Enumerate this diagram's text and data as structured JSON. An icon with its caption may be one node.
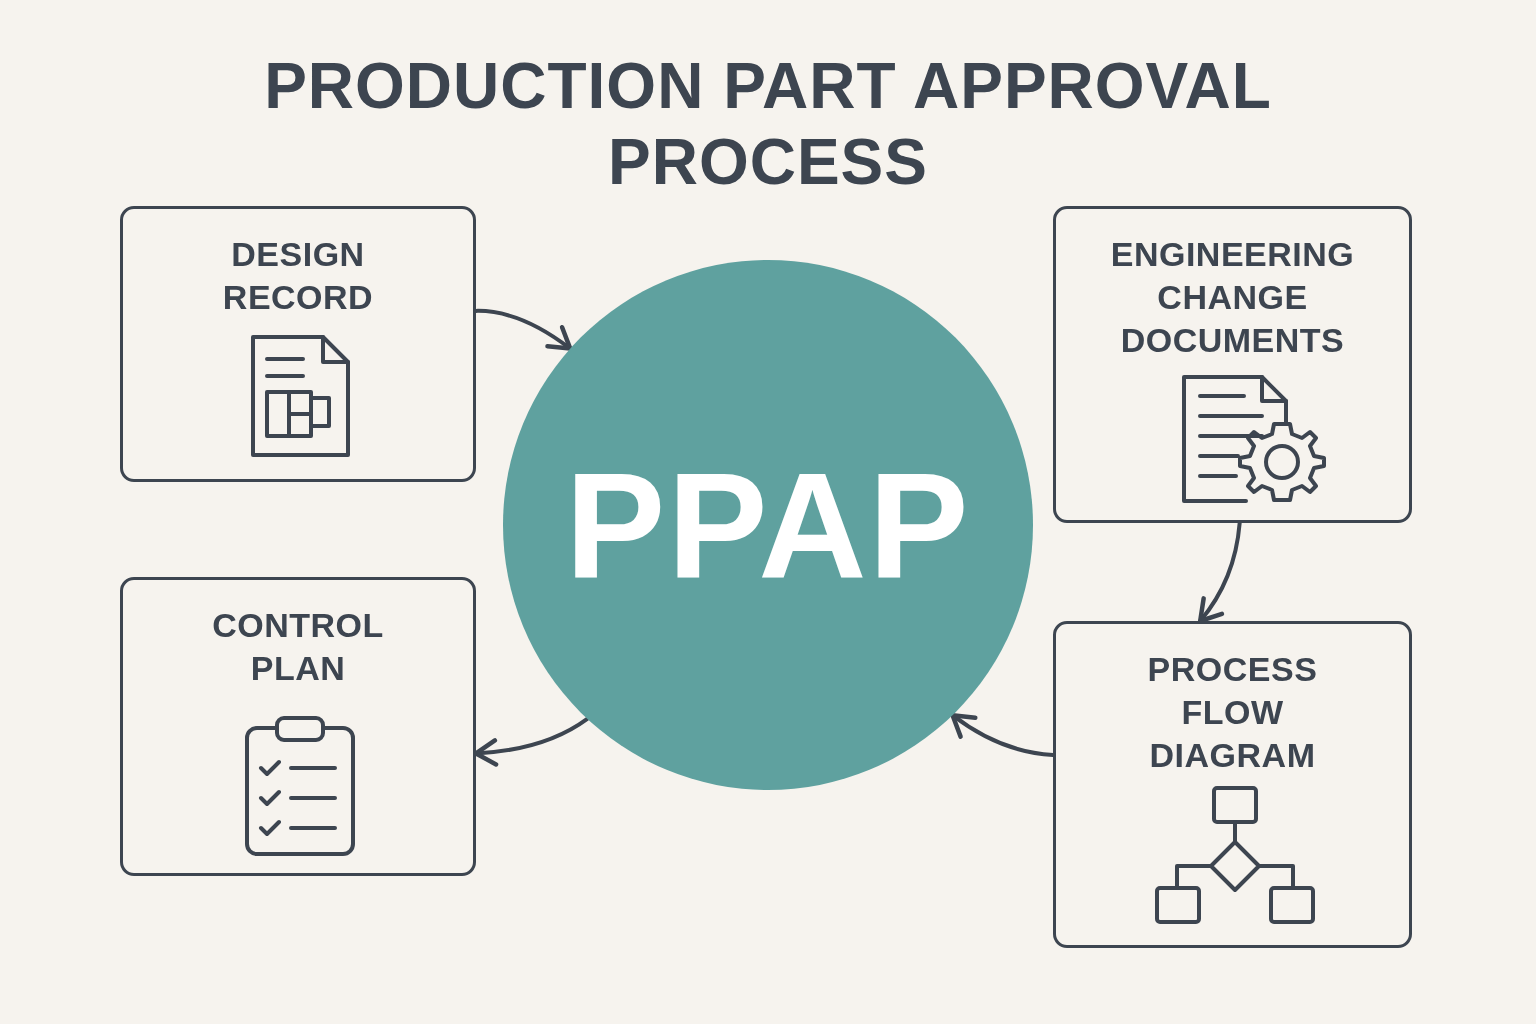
{
  "diagram": {
    "title": "PRODUCTION PART APPROVAL PROCESS",
    "nodes": [
      {
        "text": [
          "DESIGN RECORD"
        ]
      },
      {
        "text": [
          "ENGINEERING CHANGE DOCUMENTS"
        ]
      },
      {
        "text": [
          "PPAP"
        ]
      },
      {
        "text": [
          "CONTROL PLAN"
        ]
      },
      {
        "text": [
          "PROCESS FLOW DIAGRAM"
        ]
      }
    ],
    "edges": [
      {
        "from": 0,
        "to": 2,
        "arrow": "to"
      },
      {
        "from": 2,
        "to": 3,
        "arrow": "to"
      },
      {
        "from": 1,
        "to": 4,
        "arrow": "to"
      },
      {
        "from": 4,
        "to": 2,
        "arrow": "to"
      }
    ]
  }
}
